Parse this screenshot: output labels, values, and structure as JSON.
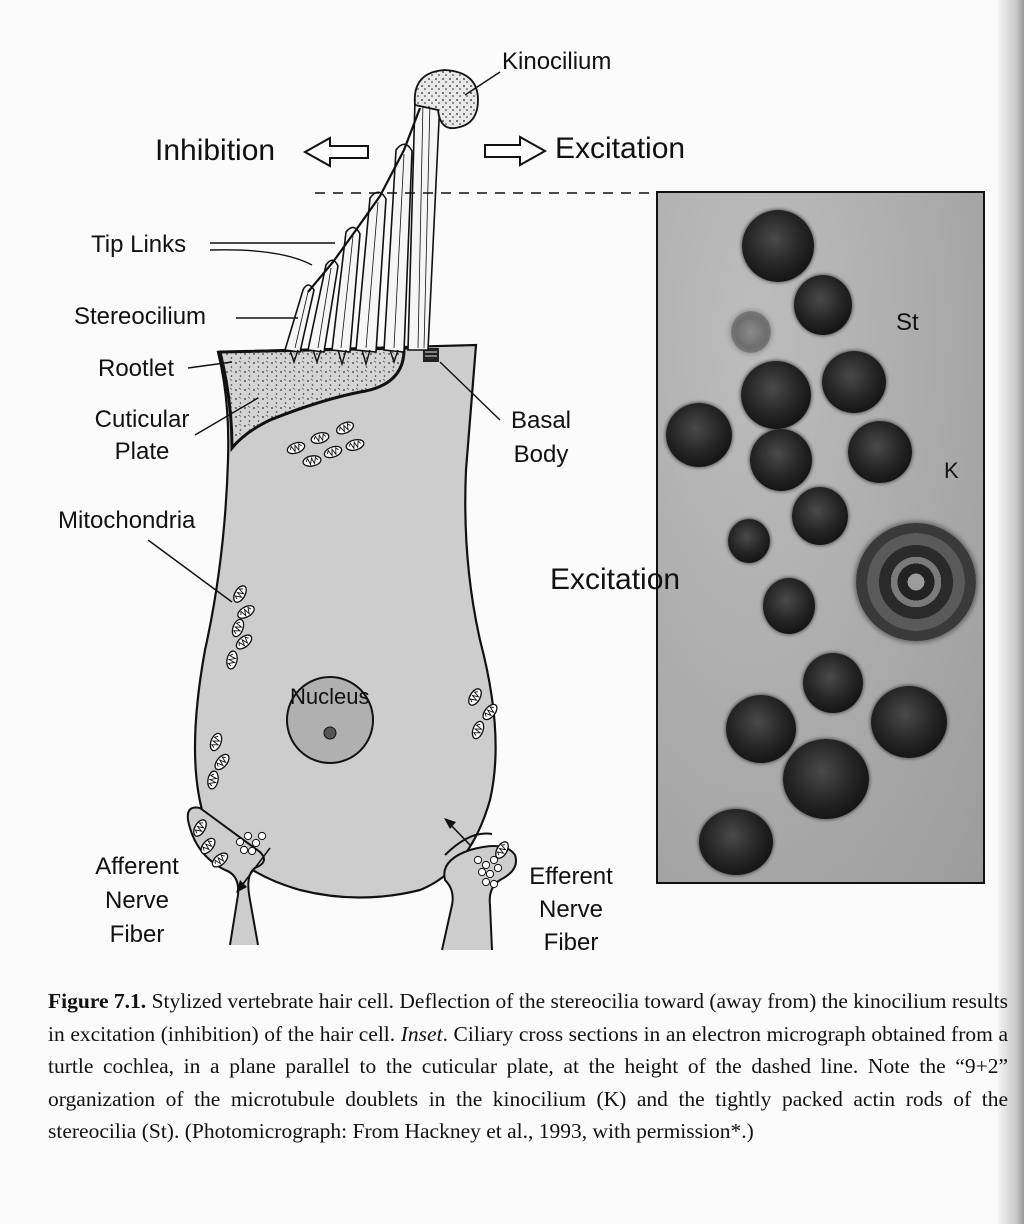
{
  "diagram": {
    "labels": {
      "kinocilium": "Kinocilium",
      "inhibition": "Inhibition",
      "excitation": "Excitation",
      "tip_links": "Tip Links",
      "stereocilium": "Stereocilium",
      "rootlet": "Rootlet",
      "cuticular_plate": "Cuticular Plate",
      "basal_body": "Basal Body",
      "mitochondria": "Mitochondria",
      "nucleus": "Nucleus",
      "afferent_nerve_fiber": "Afferent Nerve Fiber",
      "efferent_nerve_fiber": "Efferent Nerve Fiber"
    }
  },
  "inset": {
    "label_st": "St",
    "label_k": "K",
    "label_excitation": "Excitation"
  },
  "caption": {
    "figure_label": "Figure 7.1.",
    "text_1": " Stylized vertebrate hair cell. Deflection of the stereocilia toward (away from) the kinocilium results in excitation (inhibition) of the hair cell. ",
    "inset_word": "Inset",
    "text_2": ". Ciliary cross sections in an electron micrograph obtained from a turtle cochlea, in a plane parallel to the cuticular plate, at the height of the dashed line. Note the “9+2” organization of the microtubule doublets in the kinocilium (K) and the tightly packed actin rods of the stereocilia (St). (Photomicrograph: From Hackney et al., 1993, with permission*.)"
  }
}
